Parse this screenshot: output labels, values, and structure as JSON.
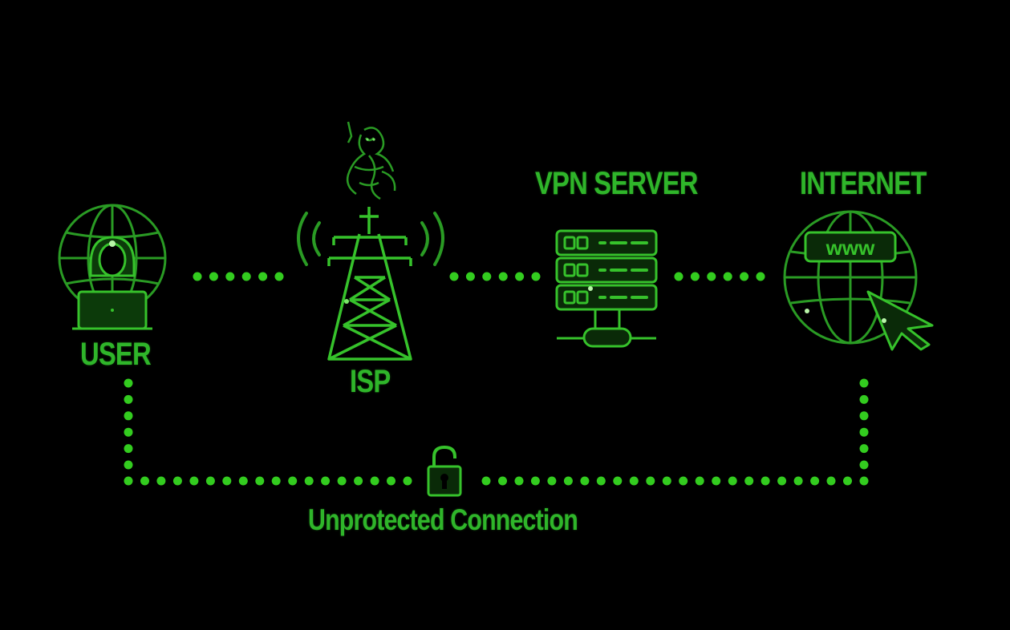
{
  "nodes": {
    "user": {
      "label": "USER"
    },
    "isp": {
      "label": "ISP"
    },
    "vpn": {
      "label": "VPN SERVER"
    },
    "internet": {
      "label": "INTERNET"
    }
  },
  "connection": {
    "label": "Unprotected Connection"
  },
  "icons": {
    "user": "user-laptop-globe-icon",
    "isp": "transmission-tower-icon",
    "devil": "devil-icon",
    "vpn": "server-rack-icon",
    "internet": "www-globe-cursor-icon",
    "lock": "unlocked-padlock-icon"
  },
  "colors": {
    "background": "#000000",
    "green": "#2fb52a",
    "dot": "#33cc1f"
  }
}
